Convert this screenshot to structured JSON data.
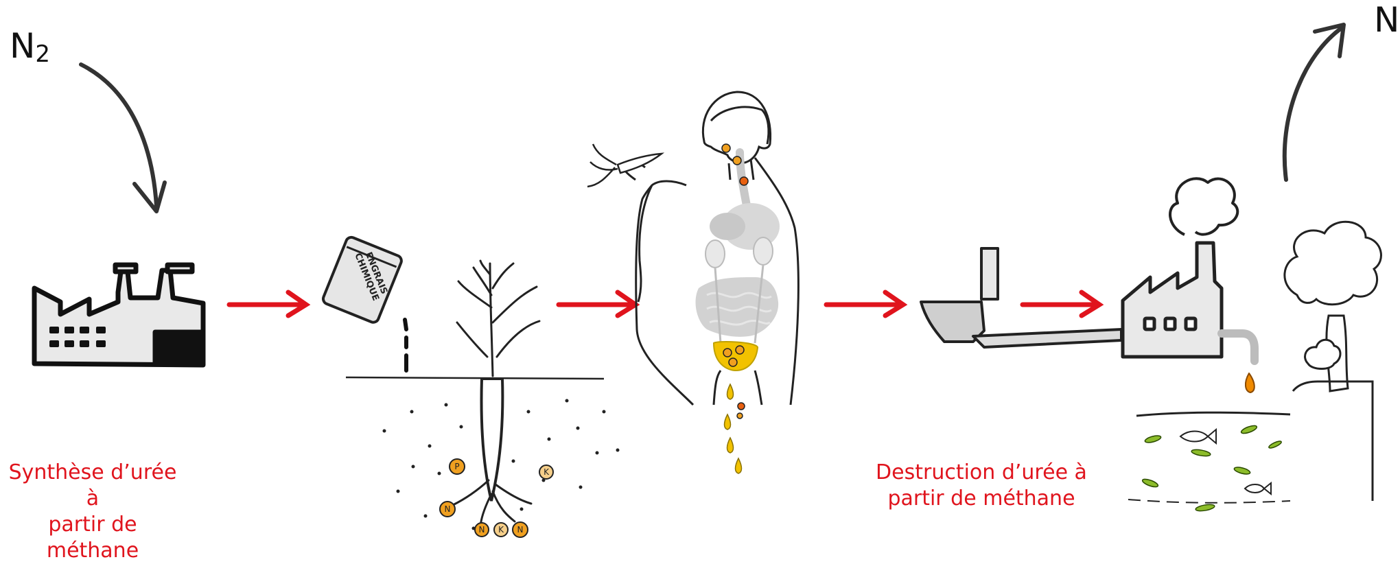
{
  "labels": {
    "n2_in": {
      "main": "N",
      "sub": "2"
    },
    "n2_out": "N",
    "bag_text": "ENGRAIS CHIMIQUE",
    "synthesis_caption": [
      "Synthèse d’urée à",
      "partir de méthane"
    ],
    "destruction_caption": [
      "Destruction d’urée à",
      "partir de méthane"
    ],
    "nutrient_letters": [
      "P",
      "K",
      "N",
      "N",
      "K",
      "N"
    ]
  },
  "colors": {
    "accent_arrow": "#e0141d",
    "caption_text": "#e0141d",
    "urine_drop": "#f2c200",
    "nutrient_disc": "#f0a020",
    "effluent_drop": "#f08a00"
  },
  "icons": [
    "factory-icon",
    "fertilizer-bag-icon",
    "carrot-plant-icon",
    "human-body-icon",
    "toilet-icon",
    "treatment-plant-icon",
    "tree-icon",
    "river-icon"
  ]
}
